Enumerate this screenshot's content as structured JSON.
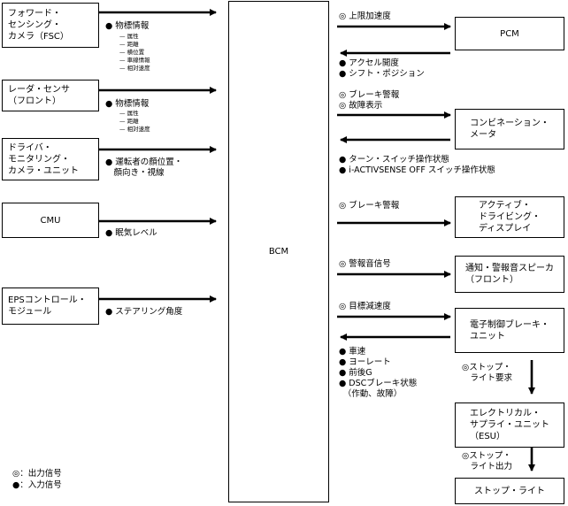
{
  "left_boxes": {
    "fsc": "フォワード・\nセンシング・\nカメラ（FSC）",
    "radar": "レーダ・センサ\n（フロント）",
    "dmc": "ドライバ・\nモニタリング・\nカメラ・ユニット",
    "cmu": "CMU",
    "eps": "EPSコントロール・\nモジュール"
  },
  "left_labels": {
    "fsc_main": "● 物標情報",
    "fsc_subs": [
      "— 属性",
      "— 距離",
      "— 横位置",
      "— 車線情報",
      "— 相対速度"
    ],
    "radar_main": "● 物標情報",
    "radar_subs": [
      "— 属性",
      "— 距離",
      "— 相対速度"
    ],
    "dmc_main": "● 運転者の顔位置・\n　顔向き・視線",
    "cmu_main": "● 眠気レベル",
    "eps_main": "● ステアリング角度"
  },
  "bcm": "BCM",
  "right_boxes": {
    "pcm": "PCM",
    "combi": "コンビネーション・\nメータ",
    "display": "アクティブ・\nドライビング・\nディスプレイ",
    "speaker": "通知・警報音スピーカ\n（フロント）",
    "brake": "電子制御ブレーキ・\nユニット",
    "esu": "エレクトリカル・\nサプライ・ユニット\n（ESU）",
    "stoplight": "ストップ・ライト"
  },
  "right_labels": {
    "pcm_out": "◎ 上限加速度",
    "pcm_in": "● アクセル開度\n● シフト・ポジション",
    "combi_out": "◎ ブレーキ警報\n◎ 故障表示",
    "combi_in": "● ターン・スイッチ操作状態\n● i-ACTIVSENSE OFF スイッチ操作状態",
    "display_out": "◎ ブレーキ警報",
    "speaker_out": "◎ 警報音信号",
    "brake_out": "◎ 目標減速度",
    "brake_in": "● 車速\n● ヨーレート\n● 前後G\n● DSCブレーキ状態\n　（作動、故障）",
    "brake_to_esu": "◎ストップ・\n　ライト要求",
    "esu_to_light": "◎ストップ・\n　ライト出力"
  },
  "legend": {
    "output": "◎：出力信号",
    "input": "●：入力信号"
  }
}
